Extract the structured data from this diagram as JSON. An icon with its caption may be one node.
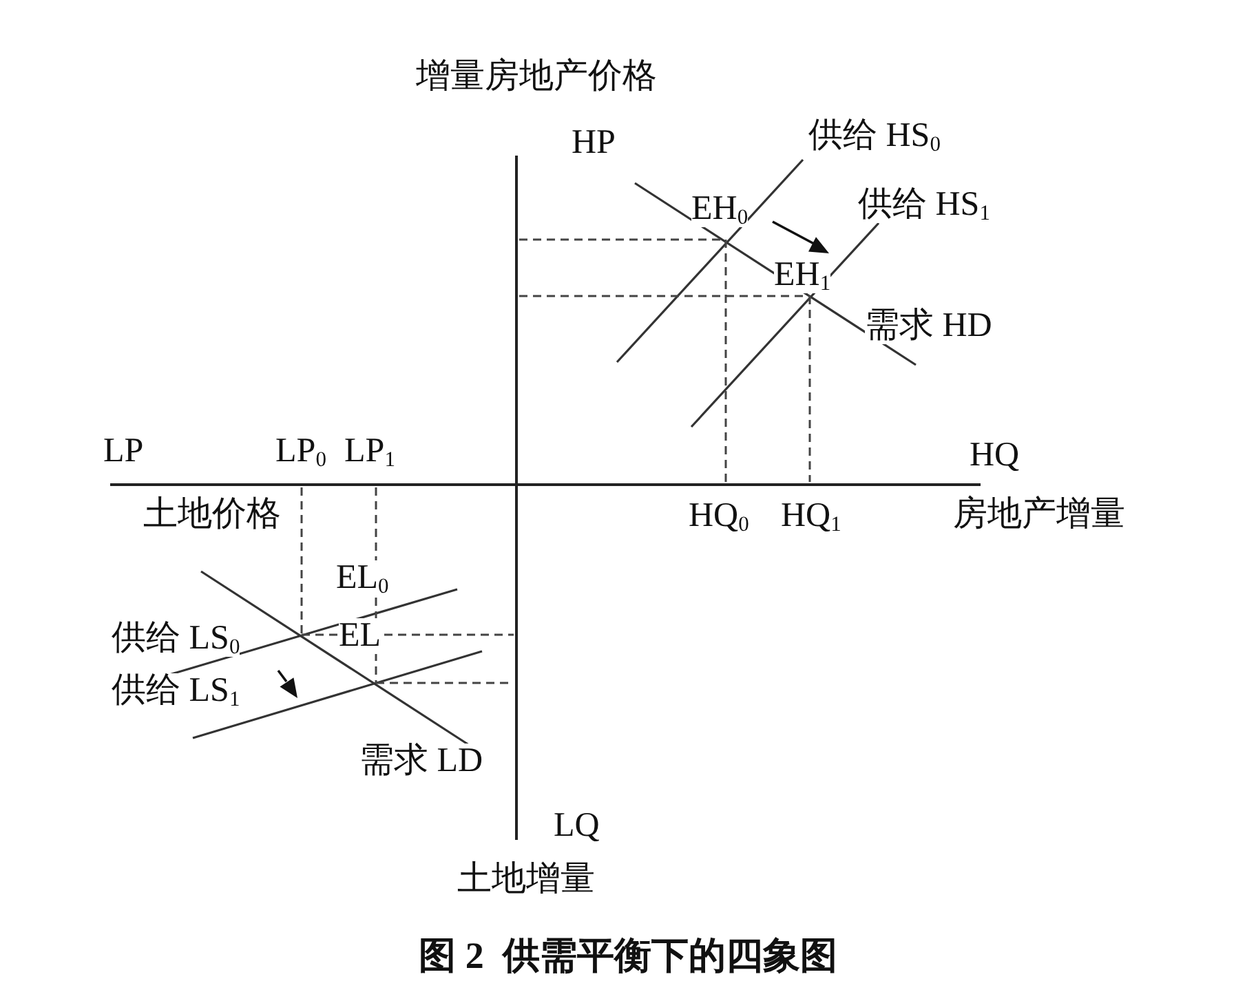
{
  "diagram": {
    "caption": "图 2  供需平衡下的四象图",
    "labels": [
      "增量房地产价格",
      "HP",
      "供给 HS$_{0}$",
      "EH$_{0}$",
      "供给 HS$_{1}$",
      "EH$_{1}$",
      "需求 HD",
      "LP",
      "LP$_{0}$",
      "LP$_{1}$",
      "HQ",
      "土地价格",
      "HQ$_{0}$",
      "HQ$_{1}$",
      "房地产增量",
      "EL$_{0}$",
      "供给 LS$_{0}$",
      "EL",
      "供给 LS$_{1}$",
      "需求 LD",
      "LQ",
      "土地增量"
    ]
  }
}
